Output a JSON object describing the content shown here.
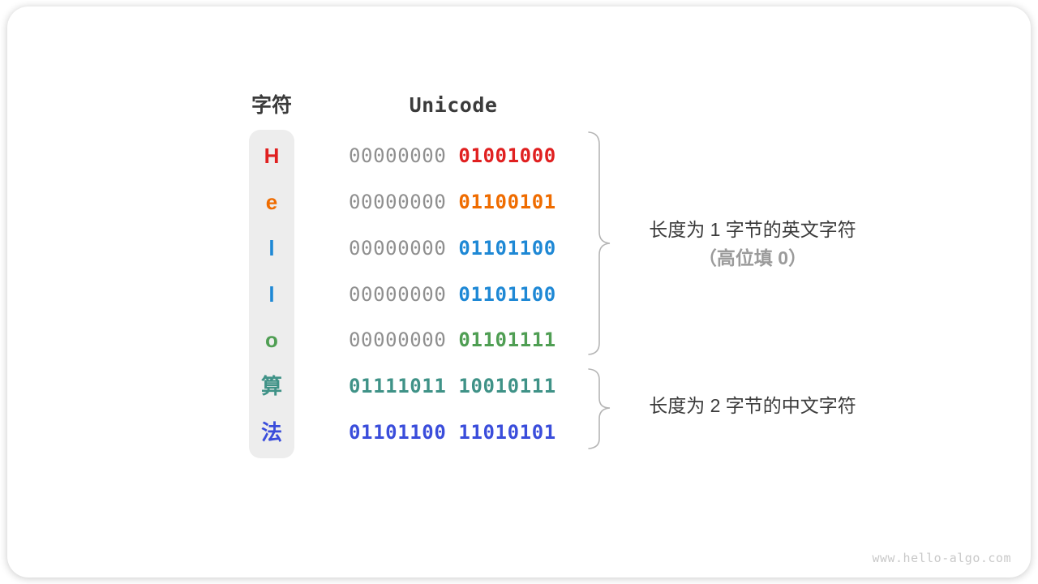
{
  "table": {
    "char_header": "字符",
    "unicode_header": "Unicode",
    "rows": [
      {
        "char": "H",
        "color": "#e02020",
        "byte1": "00000000",
        "byte1_color": "#8f8f8f",
        "byte1_colored": false,
        "byte2": "01001000",
        "byte2_color": "#e02020"
      },
      {
        "char": "e",
        "color": "#ef6c00",
        "byte1": "00000000",
        "byte1_color": "#8f8f8f",
        "byte1_colored": false,
        "byte2": "01100101",
        "byte2_color": "#ef6c00"
      },
      {
        "char": "l",
        "color": "#1e88d5",
        "byte1": "00000000",
        "byte1_color": "#8f8f8f",
        "byte1_colored": false,
        "byte2": "01101100",
        "byte2_color": "#1e88d5"
      },
      {
        "char": "l",
        "color": "#1e88d5",
        "byte1": "00000000",
        "byte1_color": "#8f8f8f",
        "byte1_colored": false,
        "byte2": "01101100",
        "byte2_color": "#1e88d5"
      },
      {
        "char": "o",
        "color": "#4f9e53",
        "byte1": "00000000",
        "byte1_color": "#8f8f8f",
        "byte1_colored": false,
        "byte2": "01101111",
        "byte2_color": "#4f9e53"
      },
      {
        "char": "算",
        "color": "#3f9287",
        "byte1": "01111011",
        "byte1_color": "#3f9287",
        "byte1_colored": true,
        "byte2": "10010111",
        "byte2_color": "#3f9287"
      },
      {
        "char": "法",
        "color": "#3a4ddb",
        "byte1": "01101100",
        "byte1_color": "#3a4ddb",
        "byte1_colored": true,
        "byte2": "11010101",
        "byte2_color": "#3a4ddb"
      }
    ]
  },
  "annotations": {
    "group1_line1": "长度为 1 字节的英文字符",
    "group1_line2": "（高位填 0）",
    "group2": "长度为 2 字节的中文字符"
  },
  "colors": {
    "brace": "#b5b5b5",
    "leading_zeros_gray": "#8f8f8f",
    "heading_text": "#3b3b3b",
    "annotation_gray": "#9b9b9b",
    "char_column_bg": "#ededed"
  },
  "watermark": "www.hello-algo.com"
}
